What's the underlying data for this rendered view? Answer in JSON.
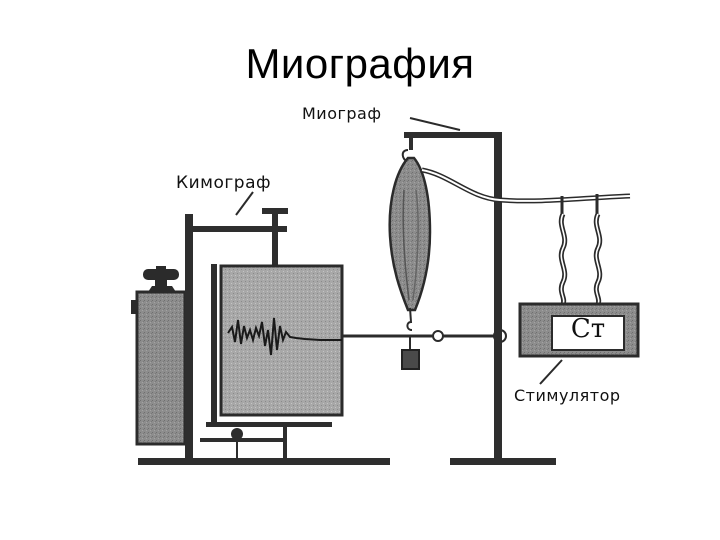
{
  "title": "Миография",
  "labels": {
    "myograph": "Миограф",
    "kymograph": "Кимограф",
    "stimulator": "Стимулятор",
    "stimulator_box": "Ст"
  },
  "colors": {
    "ink": "#2b2b2b",
    "body_fill": "#8a8a8a",
    "background": "#ffffff"
  }
}
